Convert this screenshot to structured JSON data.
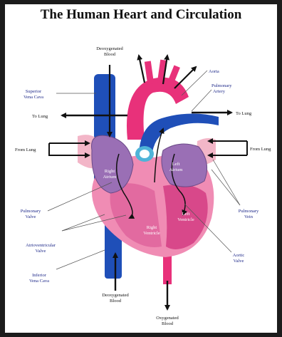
{
  "title": "The Human Heart and Circulation",
  "labels": {
    "deoxygenated_top_1": "Deoxygenated",
    "deoxygenated_top_2": "Blood",
    "aorta": "Aorta",
    "pulmonary_artery_1": "Pulmonary",
    "pulmonary_artery_2": "Artery",
    "superior_vena_cava_1": "Superior",
    "superior_vena_cava_2": "Vena Cava",
    "to_lung_left": "To Lung",
    "to_lung_right": "To Lung",
    "from_lung_left": "From Lung",
    "from_lung_right": "From Lung",
    "right_atrium_1": "Right",
    "right_atrium_2": "Atrium",
    "left_atrium_1": "Left",
    "left_atrium_2": "Atrium",
    "right_ventricle_1": "Right",
    "right_ventricle_2": "Ventricle",
    "left_ventricle_1": "Left",
    "left_ventricle_2": "Ventricle",
    "pulmonary_valve_1": "Pulmonary",
    "pulmonary_valve_2": "Valve",
    "pulmonary_vein_1": "Pulmonary",
    "pulmonary_vein_2": "Vein",
    "atrioventricular_valve_1": "Atrioventricular",
    "atrioventricular_valve_2": "Valve",
    "aortic_valve_1": "Aortic",
    "aortic_valve_2": "Valve",
    "inferior_vena_cava_1": "Inferior",
    "inferior_vena_cava_2": "Vena Cava",
    "deoxygenated_bottom_1": "Deoxygenated",
    "deoxygenated_bottom_2": "Blood",
    "oxygenated_1": "Oxygenated",
    "oxygenated_2": "Blood"
  },
  "colors": {
    "vein_blue": "#1f4fb8",
    "artery_pink": "#e8317a",
    "heart_pink": "#f08cb4",
    "atrium_purple": "#9a6fb5",
    "label_blue": "#1f2a8a",
    "frame": "#1c1c1c"
  }
}
